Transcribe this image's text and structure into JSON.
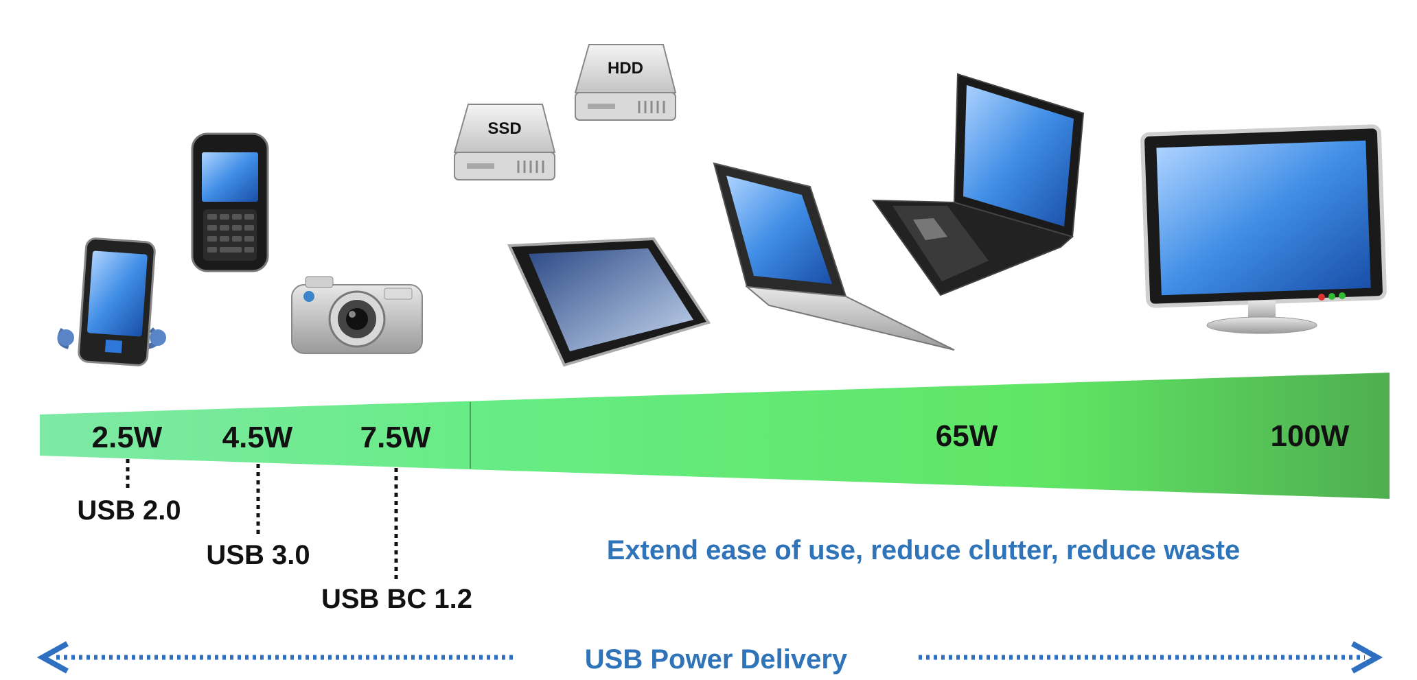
{
  "drives": {
    "ssd_label": "SSD",
    "hdd_label": "HDD"
  },
  "power_levels": [
    "2.5W",
    "4.5W",
    "7.5W",
    "65W",
    "100W"
  ],
  "standards": [
    "USB 2.0",
    "USB 3.0",
    "USB BC 1.2"
  ],
  "tagline": "Extend ease of use, reduce clutter, reduce waste",
  "footer_label": "USB Power Delivery",
  "colors": {
    "wedge_light": "#7fe9a6",
    "wedge_mid": "#63ea6f",
    "wedge_dark": "#4fae4f",
    "accent_blue": "#2f73b8",
    "arrow_blue": "#2e6fc2"
  },
  "icons": [
    "mp3-player-icon",
    "smartphone-icon",
    "camera-icon",
    "ssd-icon",
    "hdd-icon",
    "tablet-icon",
    "ultrabook-icon",
    "laptop-icon",
    "monitor-icon"
  ]
}
